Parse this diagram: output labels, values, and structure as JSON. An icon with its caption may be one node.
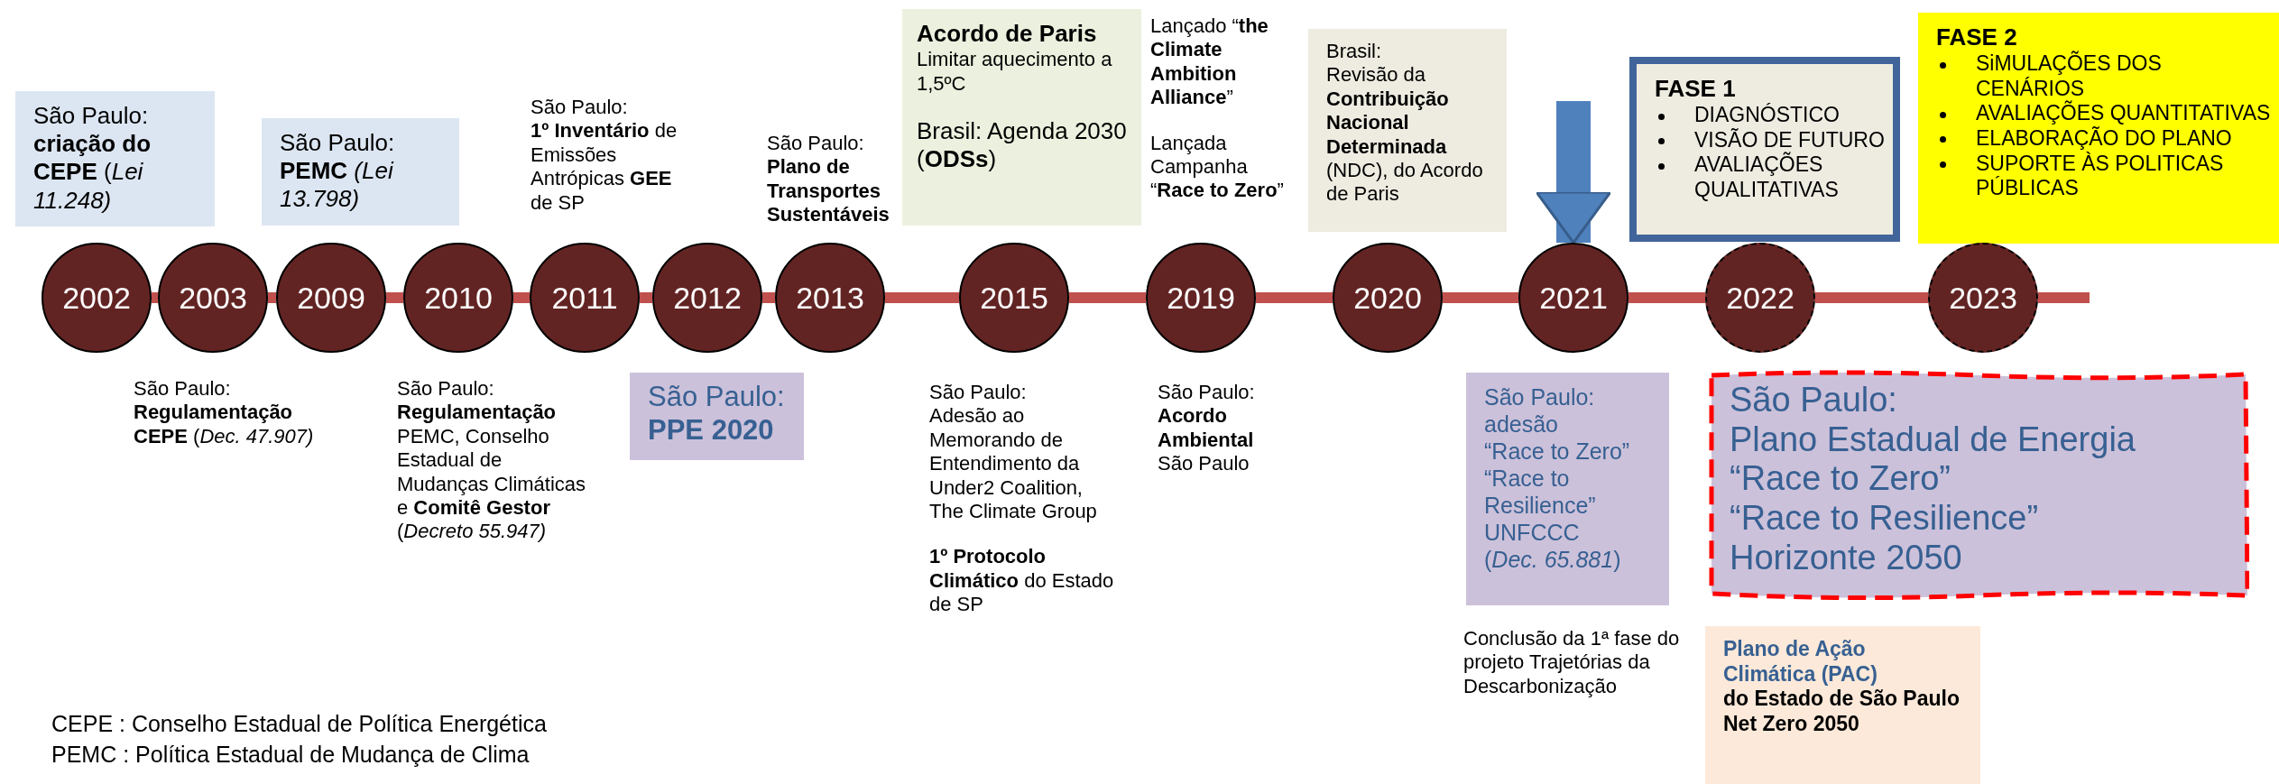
{
  "diagram": {
    "nodes": [
      {
        "text": [
          "São Paulo:",
          "**criação do CEPE** (*Lei 11.248)*"
        ]
      },
      {
        "text": [
          "São Paulo:",
          "**PEMC** *(Lei 13.798)*"
        ]
      },
      {
        "text": [
          "São Paulo:",
          "**1º Inventário** de Emissões Antrópicas **GEE** de SP"
        ]
      },
      {
        "text": [
          "São Paulo:",
          "Plano de Transportes Sustentáveis"
        ]
      },
      {
        "text": [
          "Acordo de Paris",
          "Limitar aquecimento a 1,5ºC",
          "Brasil: Agenda 2030 (**ODSs**)"
        ]
      },
      {
        "text": [
          "Lançado “**the Climate Ambition Alliance**”",
          "Lançada Campanha “**Race to Zero**”"
        ]
      },
      {
        "text": [
          "Brasil:",
          "Revisão da **Contribuição Nacional Determinada** (NDC), do Acordo de Paris"
        ]
      },
      {
        "text": [
          "FASE 1",
          "DIAGNÓSTICO",
          "VISÃO DE FUTURO",
          "AVALIAÇÕES QUALITATIVAS"
        ]
      },
      {
        "text": [
          "FASE 2",
          "SiMULAÇÕES DOS CENÁRIOS",
          "AVALIAÇÕES QUANTITATIVAS",
          "ELABORAÇÃO DO PLANO",
          "SUPORTE ÀS POLITICAS PÚBLICAS"
        ]
      },
      {
        "text": [
          "2002"
        ]
      },
      {
        "text": [
          "2003"
        ]
      },
      {
        "text": [
          "2009"
        ]
      },
      {
        "text": [
          "2010"
        ]
      },
      {
        "text": [
          "2011"
        ]
      },
      {
        "text": [
          "2012"
        ]
      },
      {
        "text": [
          "2013"
        ]
      },
      {
        "text": [
          "2015"
        ]
      },
      {
        "text": [
          "2019"
        ]
      },
      {
        "text": [
          "2020"
        ]
      },
      {
        "text": [
          "2021"
        ]
      },
      {
        "text": [
          "2022"
        ]
      },
      {
        "text": [
          "2023"
        ]
      },
      {
        "text": [
          "São Paulo:",
          "**Regulamentação CEPE** (*Dec. 47.907)*"
        ]
      },
      {
        "text": [
          "São Paulo:",
          "**Regulamentação** PEMC, Conselho Estadual de Mudanças Climáticas e **Comitê Gestor** (*Decreto 55.947)*"
        ]
      },
      {
        "text": [
          "São Paulo:",
          "PPE 2020"
        ]
      },
      {
        "text": [
          "São Paulo:",
          "Adesão ao Memorando de Entendimento da Under2 Coalition, The Climate Group",
          "**1º Protocolo Climático** do Estado de SP"
        ]
      },
      {
        "text": [
          "São Paulo:",
          "**Acordo Ambiental** São Paulo"
        ]
      },
      {
        "text": [
          "São Paulo:",
          "adesão",
          "“Race to Zero”",
          "“Race to Resilience”",
          "UNFCCC",
          "(*Dec. 65.881*)"
        ]
      },
      {
        "text": [
          "Conclusão da 1ª fase do projeto Trajetórias da Descarbonização"
        ]
      },
      {
        "text": [
          "São Paulo:",
          "Plano Estadual de Energia",
          "“Race to Zero”",
          "“Race to Resilience”",
          "Horizonte 2050"
        ]
      },
      {
        "text": [
          "Plano de Ação Climática (PAC)",
          "do Estado de São Paulo",
          "Net Zero 2050"
        ]
      }
    ],
    "edges": [
      {
        "from": 9,
        "to": 10,
        "arrow": "none"
      },
      {
        "from": 10,
        "to": 11,
        "arrow": "none"
      },
      {
        "from": 11,
        "to": 12,
        "arrow": "none"
      },
      {
        "from": 12,
        "to": 13,
        "arrow": "none"
      },
      {
        "from": 13,
        "to": 14,
        "arrow": "none"
      },
      {
        "from": 14,
        "to": 15,
        "arrow": "none"
      },
      {
        "from": 15,
        "to": 16,
        "arrow": "none"
      },
      {
        "from": 16,
        "to": 17,
        "arrow": "none"
      },
      {
        "from": 17,
        "to": 18,
        "arrow": "none"
      },
      {
        "from": 18,
        "to": 19,
        "arrow": "none"
      },
      {
        "from": 19,
        "to": 20,
        "arrow": "none"
      },
      {
        "from": 20,
        "to": 21,
        "arrow": "none"
      },
      {
        "from": 21,
        "to": null,
        "arrow": "none"
      },
      {
        "from": null,
        "to": 19,
        "arrow": "to",
        "style": "thick",
        "color": "#4f81bd"
      }
    ],
    "labels": [
      "CEPE : Conselho Estadual de Política Energética",
      "PEMC : Política Estadual de Mudança de Clima"
    ]
  }
}
